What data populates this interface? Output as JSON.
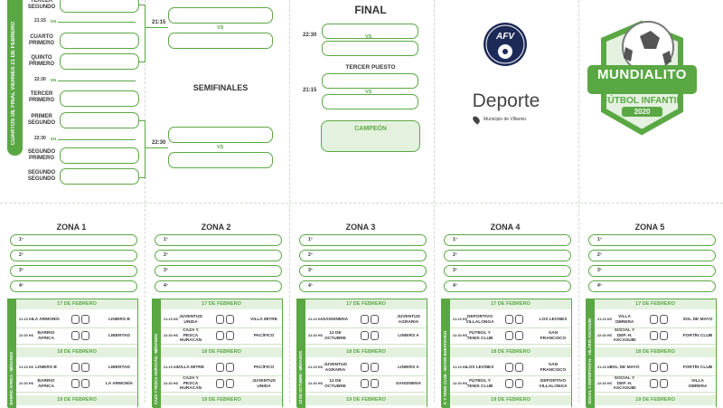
{
  "bracket": {
    "side_label": "CUARTOS DE FINAL VIERNES 21 DE FEBRERO",
    "qf": [
      {
        "a": "TERCER SEGUNDO",
        "b": "CUARTO PRIMERO",
        "time": "21:15",
        "en": "EN"
      },
      {
        "a": "QUINTO PRIMERO",
        "b": "TERCER PRIMERO",
        "time": "22:30",
        "en": "EN"
      },
      {
        "a": "PRIMER SEGUNDO",
        "b": "SEGUNDO PRIMERO",
        "time": "22:30",
        "en": "EN"
      },
      {
        "a": "SEGUNDO SEGUNDO",
        "b": "",
        "time": "",
        "en": ""
      }
    ],
    "semifinals_title": "SEMIFINALES",
    "semi_times": [
      "21:15",
      "22:30"
    ],
    "vs": "VS",
    "final_title": "FINAL",
    "final_time": "22:30",
    "third_title": "TERCER PUESTO",
    "third_time": "21:15",
    "champion": "CAMPEÓN"
  },
  "branding": {
    "afv_logo_text": "AFV",
    "deporte": "Deporte",
    "municipio": "Municipio de Villarino",
    "event_title": "MUNDIALITO",
    "event_subtitle": "FÚTBOL INFANTIL",
    "event_year": "2020"
  },
  "zones": [
    {
      "title": "ZONA 1",
      "sidebar": "BARRIO ÁFRICA - MÉDANOS",
      "positions": [
        "1º",
        "2º",
        "3º",
        "4º"
      ],
      "days": [
        {
          "date": "17 DE FEBRERO",
          "matches": [
            {
              "time": "21:15 HS",
              "a": "LA ARMONÍA",
              "b": "LINIERS B"
            },
            {
              "time": "22:30 HS",
              "a": "BARRIO ÁFRICA",
              "b": "LIBERTAD"
            }
          ]
        },
        {
          "date": "18 DE FEBRERO",
          "matches": [
            {
              "time": "21:15 HS",
              "a": "LINIERS B",
              "b": "LIBERTAD"
            },
            {
              "time": "22:30 HS",
              "a": "BARRIO ÁFRICA",
              "b": "LA ARMONÍA"
            }
          ]
        },
        {
          "date": "19 DE FEBRERO",
          "matches": []
        }
      ]
    },
    {
      "title": "ZONA 2",
      "sidebar": "CAZA Y PESCA HURACÁN - MÉDANOS",
      "positions": [
        "1º",
        "2º",
        "3º",
        "4º"
      ],
      "days": [
        {
          "date": "17 DE FEBRERO",
          "matches": [
            {
              "time": "21:15 HS",
              "a": "JUVENTUD UNIDA",
              "b": "VILLA MITRE"
            },
            {
              "time": "22:30 HS",
              "a": "CAZA Y PESCA HURACÁN",
              "b": "PACÍFICO"
            }
          ]
        },
        {
          "date": "18 DE FEBRERO",
          "matches": [
            {
              "time": "21:15 HS",
              "a": "VILLA MITRE",
              "b": "PACÍFICO"
            },
            {
              "time": "22:30 HS",
              "a": "CAZA Y PESCA HURACÁN",
              "b": "JUVENTUD UNIDA"
            }
          ]
        },
        {
          "date": "19 DE FEBRERO",
          "matches": []
        }
      ]
    },
    {
      "title": "ZONA 3",
      "sidebar": "12 DE OCTUBRE - MÉDANOS",
      "positions": [
        "1º",
        "2º",
        "3º",
        "4º"
      ],
      "days": [
        {
          "date": "17 DE FEBRERO",
          "matches": [
            {
              "time": "21:15 HS",
              "a": "SANSINENA",
              "b": "JUVENTUD AGRARIA"
            },
            {
              "time": "22:30 HS",
              "a": "12 DE OCTUBRE",
              "b": "LINIERS A"
            }
          ]
        },
        {
          "date": "18 DE FEBRERO",
          "matches": [
            {
              "time": "21:15 HS",
              "a": "JUVENTUD AGRARIA",
              "b": "LINIERS A"
            },
            {
              "time": "22:30 HS",
              "a": "12 DE OCTUBRE",
              "b": "SANSINENA"
            }
          ]
        },
        {
          "date": "19 DE FEBRERO",
          "matches": []
        }
      ]
    },
    {
      "title": "ZONA 4",
      "sidebar": "F. Y TENIS CLUB - MAYOR BURATOVICH",
      "positions": [
        "1º",
        "2º",
        "3º",
        "4º"
      ],
      "days": [
        {
          "date": "17 DE FEBRERO",
          "matches": [
            {
              "time": "21:15 HS",
              "a": "DEPORTIVO VILLALONGA",
              "b": "LOS LEONES"
            },
            {
              "time": "22:30 HS",
              "a": "FÚTBOL Y TENIS CLUB",
              "b": "SAN FRANCISCO"
            }
          ]
        },
        {
          "date": "18 DE FEBRERO",
          "matches": [
            {
              "time": "21:15 HS",
              "a": "LOS LEONES",
              "b": "SAN FRANCISCO"
            },
            {
              "time": "22:30 HS",
              "a": "FÚTBOL Y TENIS CLUB",
              "b": "DEPORTIVO VILLALONGA"
            }
          ]
        },
        {
          "date": "19 DE FEBRERO",
          "matches": []
        }
      ]
    },
    {
      "title": "ZONA 5",
      "sidebar": "SOCIAL Y DEPORTIVO H. - HILARIO ASCASUBI",
      "positions": [
        "1º",
        "2º",
        "3º",
        "4º"
      ],
      "days": [
        {
          "date": "17 DE FEBRERO",
          "matches": [
            {
              "time": "21:15 HS",
              "a": "VILLA OBRERA",
              "b": "SOL DE MAYO"
            },
            {
              "time": "22:30 HS",
              "a": "SOCIAL Y DEP. H. ASCASUBI",
              "b": "FORTÍN CLUB"
            }
          ]
        },
        {
          "date": "18 DE FEBRERO",
          "matches": [
            {
              "time": "21:15 HS",
              "a": "SOL DE MAYO",
              "b": "FORTÍN CLUB"
            },
            {
              "time": "22:30 HS",
              "a": "SOCIAL Y DEP. H. ASCASUBI",
              "b": "VILLA OBRERA"
            }
          ]
        },
        {
          "date": "19 DE FEBRERO",
          "matches": []
        }
      ]
    }
  ]
}
